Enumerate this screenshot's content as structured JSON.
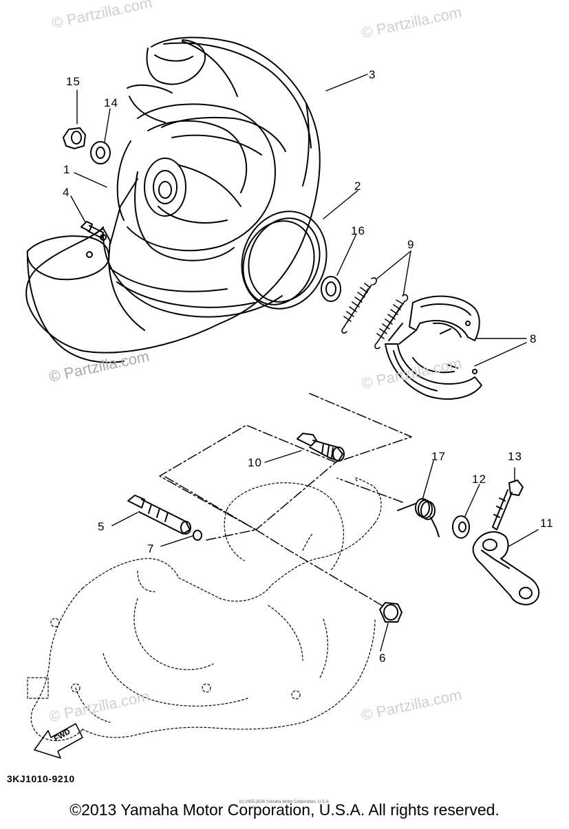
{
  "watermark": "© Partzilla.com",
  "diagram_code": "3KJ1010-9210",
  "fwd_label": "FWD",
  "copyright": "©2013 Yamaha Motor Corporation, U.S.A. All rights reserved.",
  "fine_print": "(c) 2005-2016 Yamaha Motor Corporation, U.S.A.",
  "callouts": {
    "c1": "1",
    "c2": "2",
    "c3": "3",
    "c4": "4",
    "c5": "5",
    "c6": "6",
    "c7": "7",
    "c8": "8",
    "c9": "9",
    "c10": "10",
    "c11": "11",
    "c12": "12",
    "c13": "13",
    "c14": "14",
    "c15": "15",
    "c16": "16",
    "c17": "17"
  }
}
